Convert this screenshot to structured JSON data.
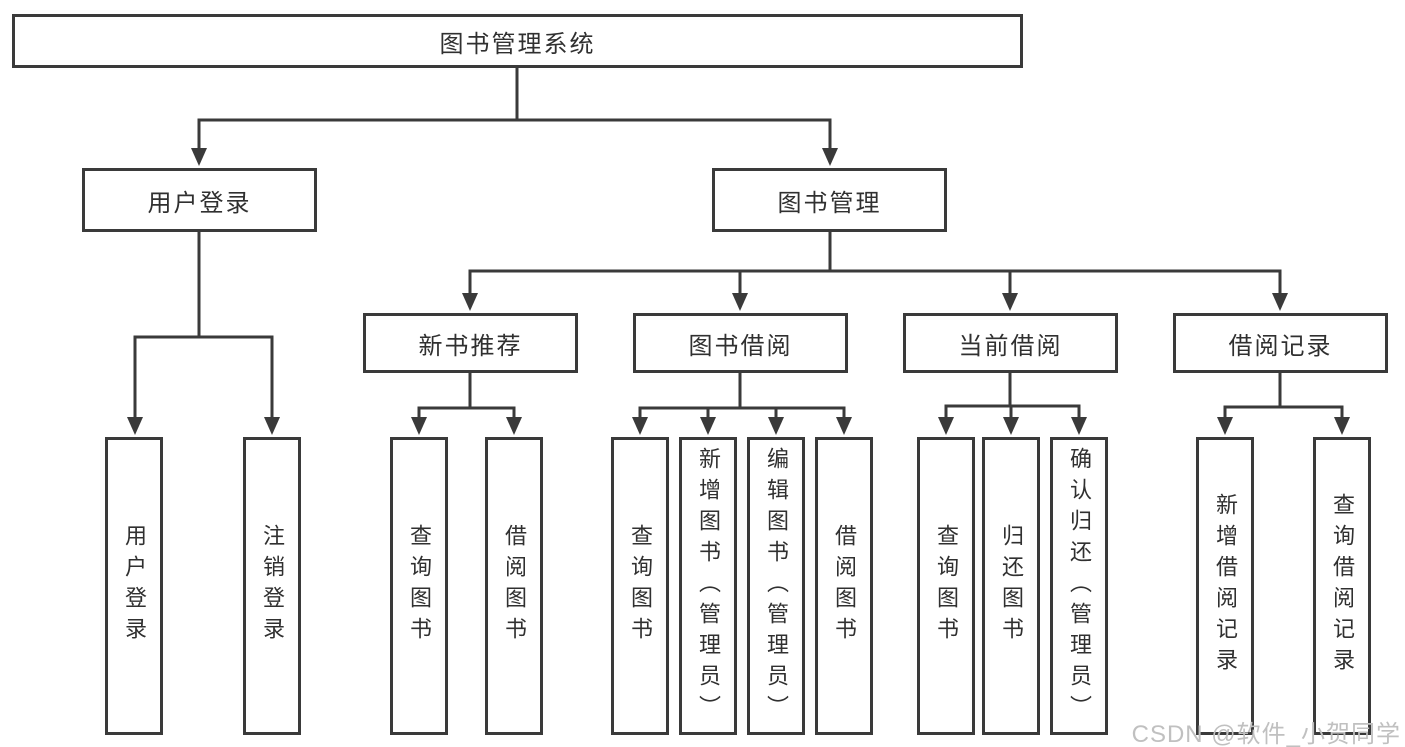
{
  "colors": {
    "line": "#3a3a3a",
    "text": "#303030",
    "watermark": "#c0c0c0",
    "background": "#ffffff"
  },
  "tree": {
    "root": {
      "label": "图书管理系统",
      "children": [
        {
          "label": "用户登录",
          "children": [
            {
              "label": "用户登录"
            },
            {
              "label": "注销登录"
            }
          ]
        },
        {
          "label": "图书管理",
          "children": [
            {
              "label": "新书推荐",
              "children": [
                {
                  "label": "查询图书"
                },
                {
                  "label": "借阅图书"
                }
              ]
            },
            {
              "label": "图书借阅",
              "children": [
                {
                  "label": "查询图书"
                },
                {
                  "label": "新增图书（管理员）"
                },
                {
                  "label": "编辑图书（管理员）"
                },
                {
                  "label": "借阅图书"
                }
              ]
            },
            {
              "label": "当前借阅",
              "children": [
                {
                  "label": "查询图书"
                },
                {
                  "label": "归还图书"
                },
                {
                  "label": "确认归还（管理员）"
                }
              ]
            },
            {
              "label": "借阅记录",
              "children": [
                {
                  "label": "新增借阅记录"
                },
                {
                  "label": "查询借阅记录"
                }
              ]
            }
          ]
        }
      ]
    }
  },
  "watermark": {
    "text": "CSDN @软件_小贺同学"
  }
}
